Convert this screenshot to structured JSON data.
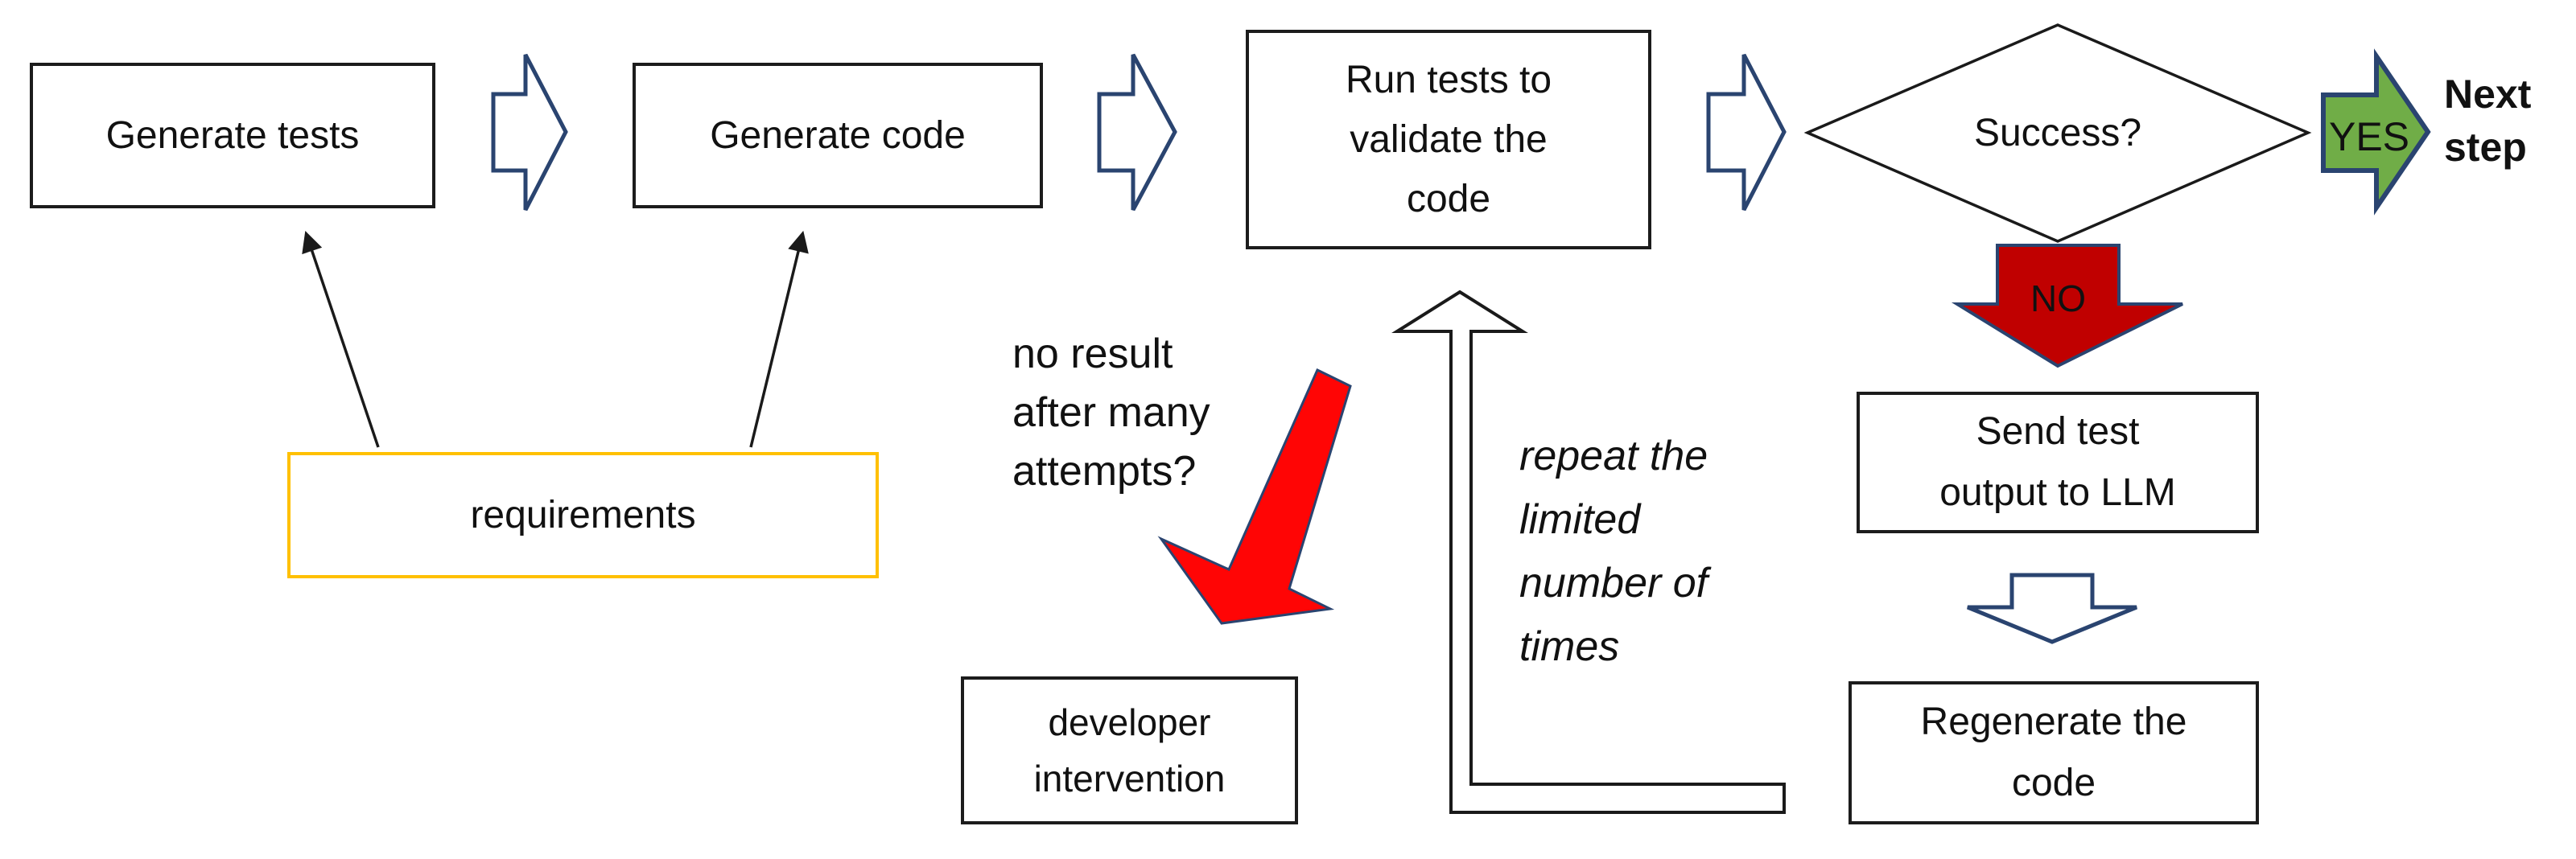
{
  "colors": {
    "outline_navy": "#2a4470",
    "green": "#70ad47",
    "dark_red": "#c00000",
    "bright_red": "#ff0505",
    "gold": "#ffc000",
    "box_border": "#1c1c1c",
    "text": "#111111"
  },
  "nodes": {
    "generate_tests": {
      "label": "Generate tests"
    },
    "generate_code": {
      "label": "Generate code"
    },
    "run_tests": {
      "lines": [
        "Run tests to",
        "validate the",
        "code"
      ]
    },
    "requirements": {
      "label": "requirements"
    },
    "success": {
      "label": "Success?"
    },
    "send_test": {
      "lines": [
        "Send test",
        "output to LLM"
      ]
    },
    "regenerate": {
      "lines": [
        "Regenerate the",
        "code"
      ]
    },
    "developer": {
      "lines": [
        "developer",
        "intervention"
      ]
    }
  },
  "labels": {
    "yes": "YES",
    "no": "NO",
    "next_step_lines": [
      "Next",
      "step"
    ]
  },
  "annotations": {
    "no_result_lines": [
      "no result",
      "after many",
      "attempts?"
    ],
    "repeat_lines": [
      "repeat the",
      "limited",
      "number of",
      "times"
    ]
  },
  "shapes": [
    "flow-arrow-right-icon",
    "yes-arrow-right-icon",
    "no-arrow-down-icon",
    "down-arrow-icon",
    "red-arrow-down-left-icon",
    "loop-up-arrow-icon",
    "thin-arrow-up-icon"
  ]
}
